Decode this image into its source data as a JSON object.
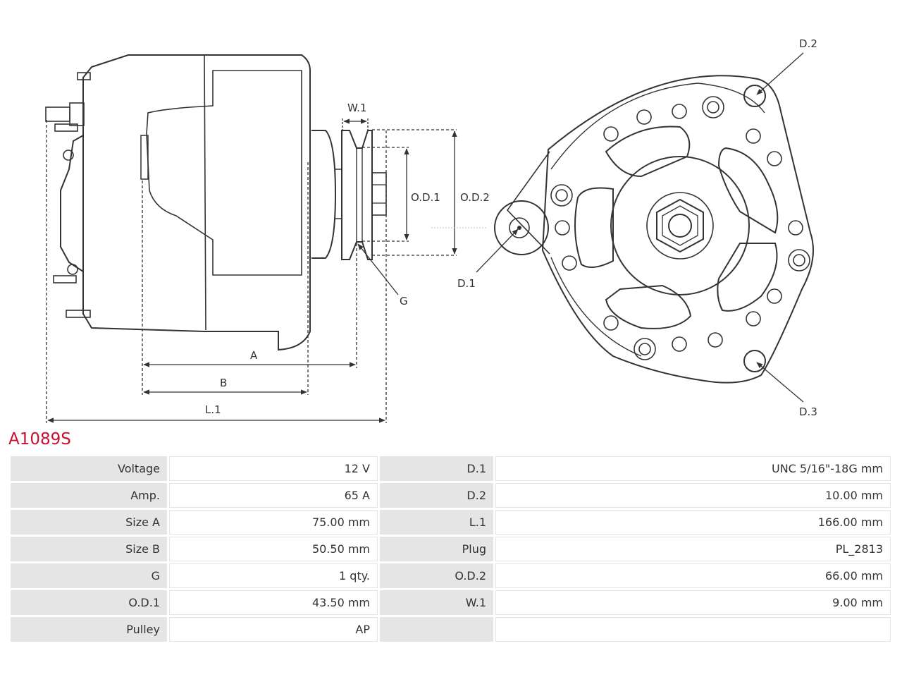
{
  "drawing": {
    "labels": {
      "w1": "W.1",
      "od1": "O.D.1",
      "od2": "O.D.2",
      "g": "G",
      "a": "A",
      "b": "B",
      "l1": "L.1",
      "d1": "D.1",
      "d2": "D.2",
      "d3": "D.3"
    }
  },
  "part_number": "A1089S",
  "specs": [
    {
      "label": "Voltage",
      "value": "12 V",
      "label2": "D.1",
      "value2": "UNC 5/16\"-18G mm"
    },
    {
      "label": "Amp.",
      "value": "65 A",
      "label2": "D.2",
      "value2": "10.00 mm"
    },
    {
      "label": "Size A",
      "value": "75.00 mm",
      "label2": "L.1",
      "value2": "166.00 mm"
    },
    {
      "label": "Size B",
      "value": "50.50 mm",
      "label2": "Plug",
      "value2": "PL_2813"
    },
    {
      "label": "G",
      "value": "1 qty.",
      "label2": "O.D.2",
      "value2": "66.00 mm"
    },
    {
      "label": "O.D.1",
      "value": "43.50 mm",
      "label2": "W.1",
      "value2": "9.00 mm"
    },
    {
      "label": "Pulley",
      "value": "AP",
      "label2": "",
      "value2": ""
    }
  ],
  "colors": {
    "accent": "#c8102e",
    "label_bg": "#e5e5e5",
    "line": "#333333"
  }
}
